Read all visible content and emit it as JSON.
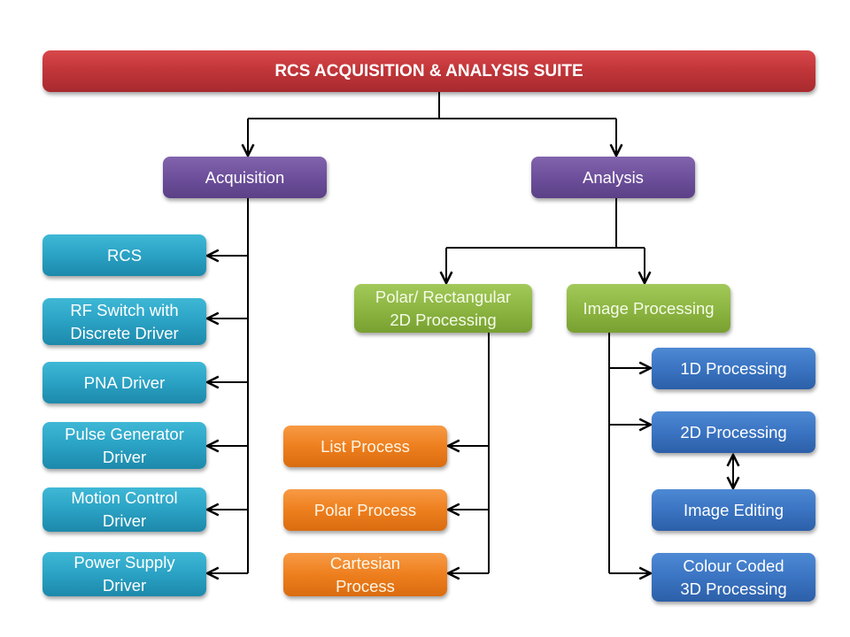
{
  "title": "RCS ACQUISITION & ANALYSIS SUITE",
  "colors": {
    "root": "#c0373b",
    "category": "#6d4f9b",
    "acquisition_items": "#2aa2c4",
    "analysis_groups": "#8db642",
    "polar_items": "#ee7f1e",
    "image_items": "#3a74c2",
    "connector": "#000000"
  },
  "acquisition": {
    "label": "Acquisition",
    "items": [
      "RCS",
      "RF Switch with\nDiscrete Driver",
      "PNA Driver",
      "Pulse Generator\nDriver",
      "Motion Control\nDriver",
      "Power Supply\nDriver"
    ]
  },
  "analysis": {
    "label": "Analysis",
    "polar_rect": {
      "label": "Polar/ Rectangular\n2D Processing",
      "items": [
        "List Process",
        "Polar Process",
        "Cartesian\nProcess"
      ]
    },
    "image_processing": {
      "label": "Image Processing",
      "items": [
        "1D Processing",
        "2D Processing",
        "Image Editing",
        "Colour Coded\n3D Processing"
      ]
    }
  },
  "links": [
    {
      "from": "2D Processing",
      "to": "Image Editing",
      "type": "bidirectional"
    }
  ]
}
